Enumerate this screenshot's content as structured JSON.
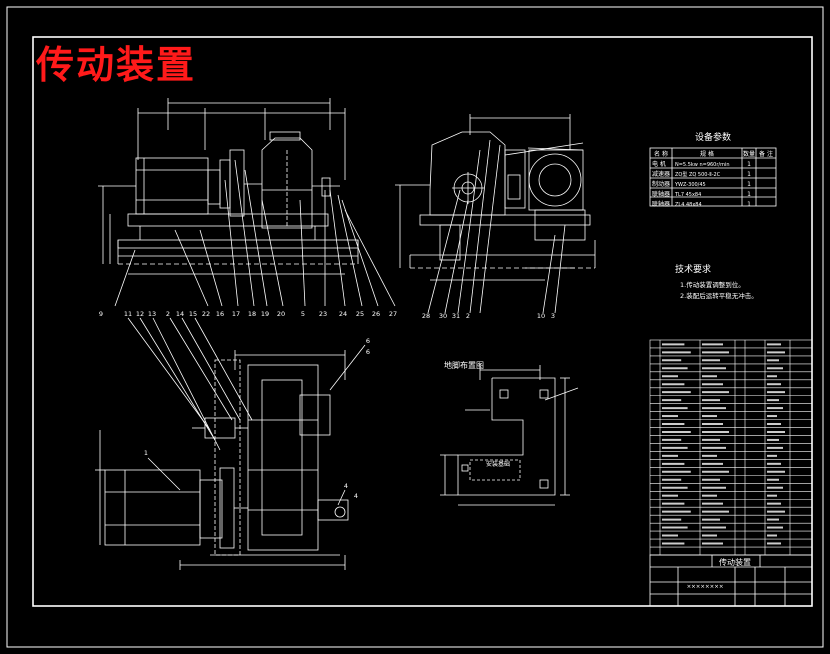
{
  "title": "传动装置",
  "params_table": {
    "heading": "设备参数",
    "headers": [
      "名 称",
      "规 格",
      "数量",
      "备 注"
    ],
    "rows": [
      {
        "name": "电 机",
        "spec": "N=5.5kw n=960r/min",
        "qty": "1"
      },
      {
        "name": "减速器",
        "spec": "ZQ型 ZQ 500-Ⅱ-2C",
        "qty": "1"
      },
      {
        "name": "制动器",
        "spec": "YWZ-300/45",
        "qty": "1"
      },
      {
        "name": "联轴器",
        "spec": "TL7 45x84",
        "qty": "1"
      },
      {
        "name": "联轴器",
        "spec": "ZL4 48x84",
        "qty": "1"
      }
    ]
  },
  "tech_req": {
    "heading": "技术要求",
    "lines": [
      "1.传动装置调整到位。",
      "2.装配后运转平稳无冲击。"
    ]
  },
  "foundation_title": "地脚布置图",
  "foundation_label": "安装基础",
  "part_labels_top": [
    "9",
    "22",
    "16",
    "17",
    "18",
    "19",
    "20",
    "5",
    "23",
    "24",
    "25",
    "26",
    "27",
    "28",
    "30",
    "31",
    "2",
    "10",
    "3"
  ],
  "part_labels_plan": [
    "11",
    "12",
    "13",
    "2",
    "14",
    "15",
    "1",
    "4",
    "4",
    "6",
    "6"
  ],
  "title_block": {
    "name": "传动装置",
    "subtitle": "××××××××"
  }
}
